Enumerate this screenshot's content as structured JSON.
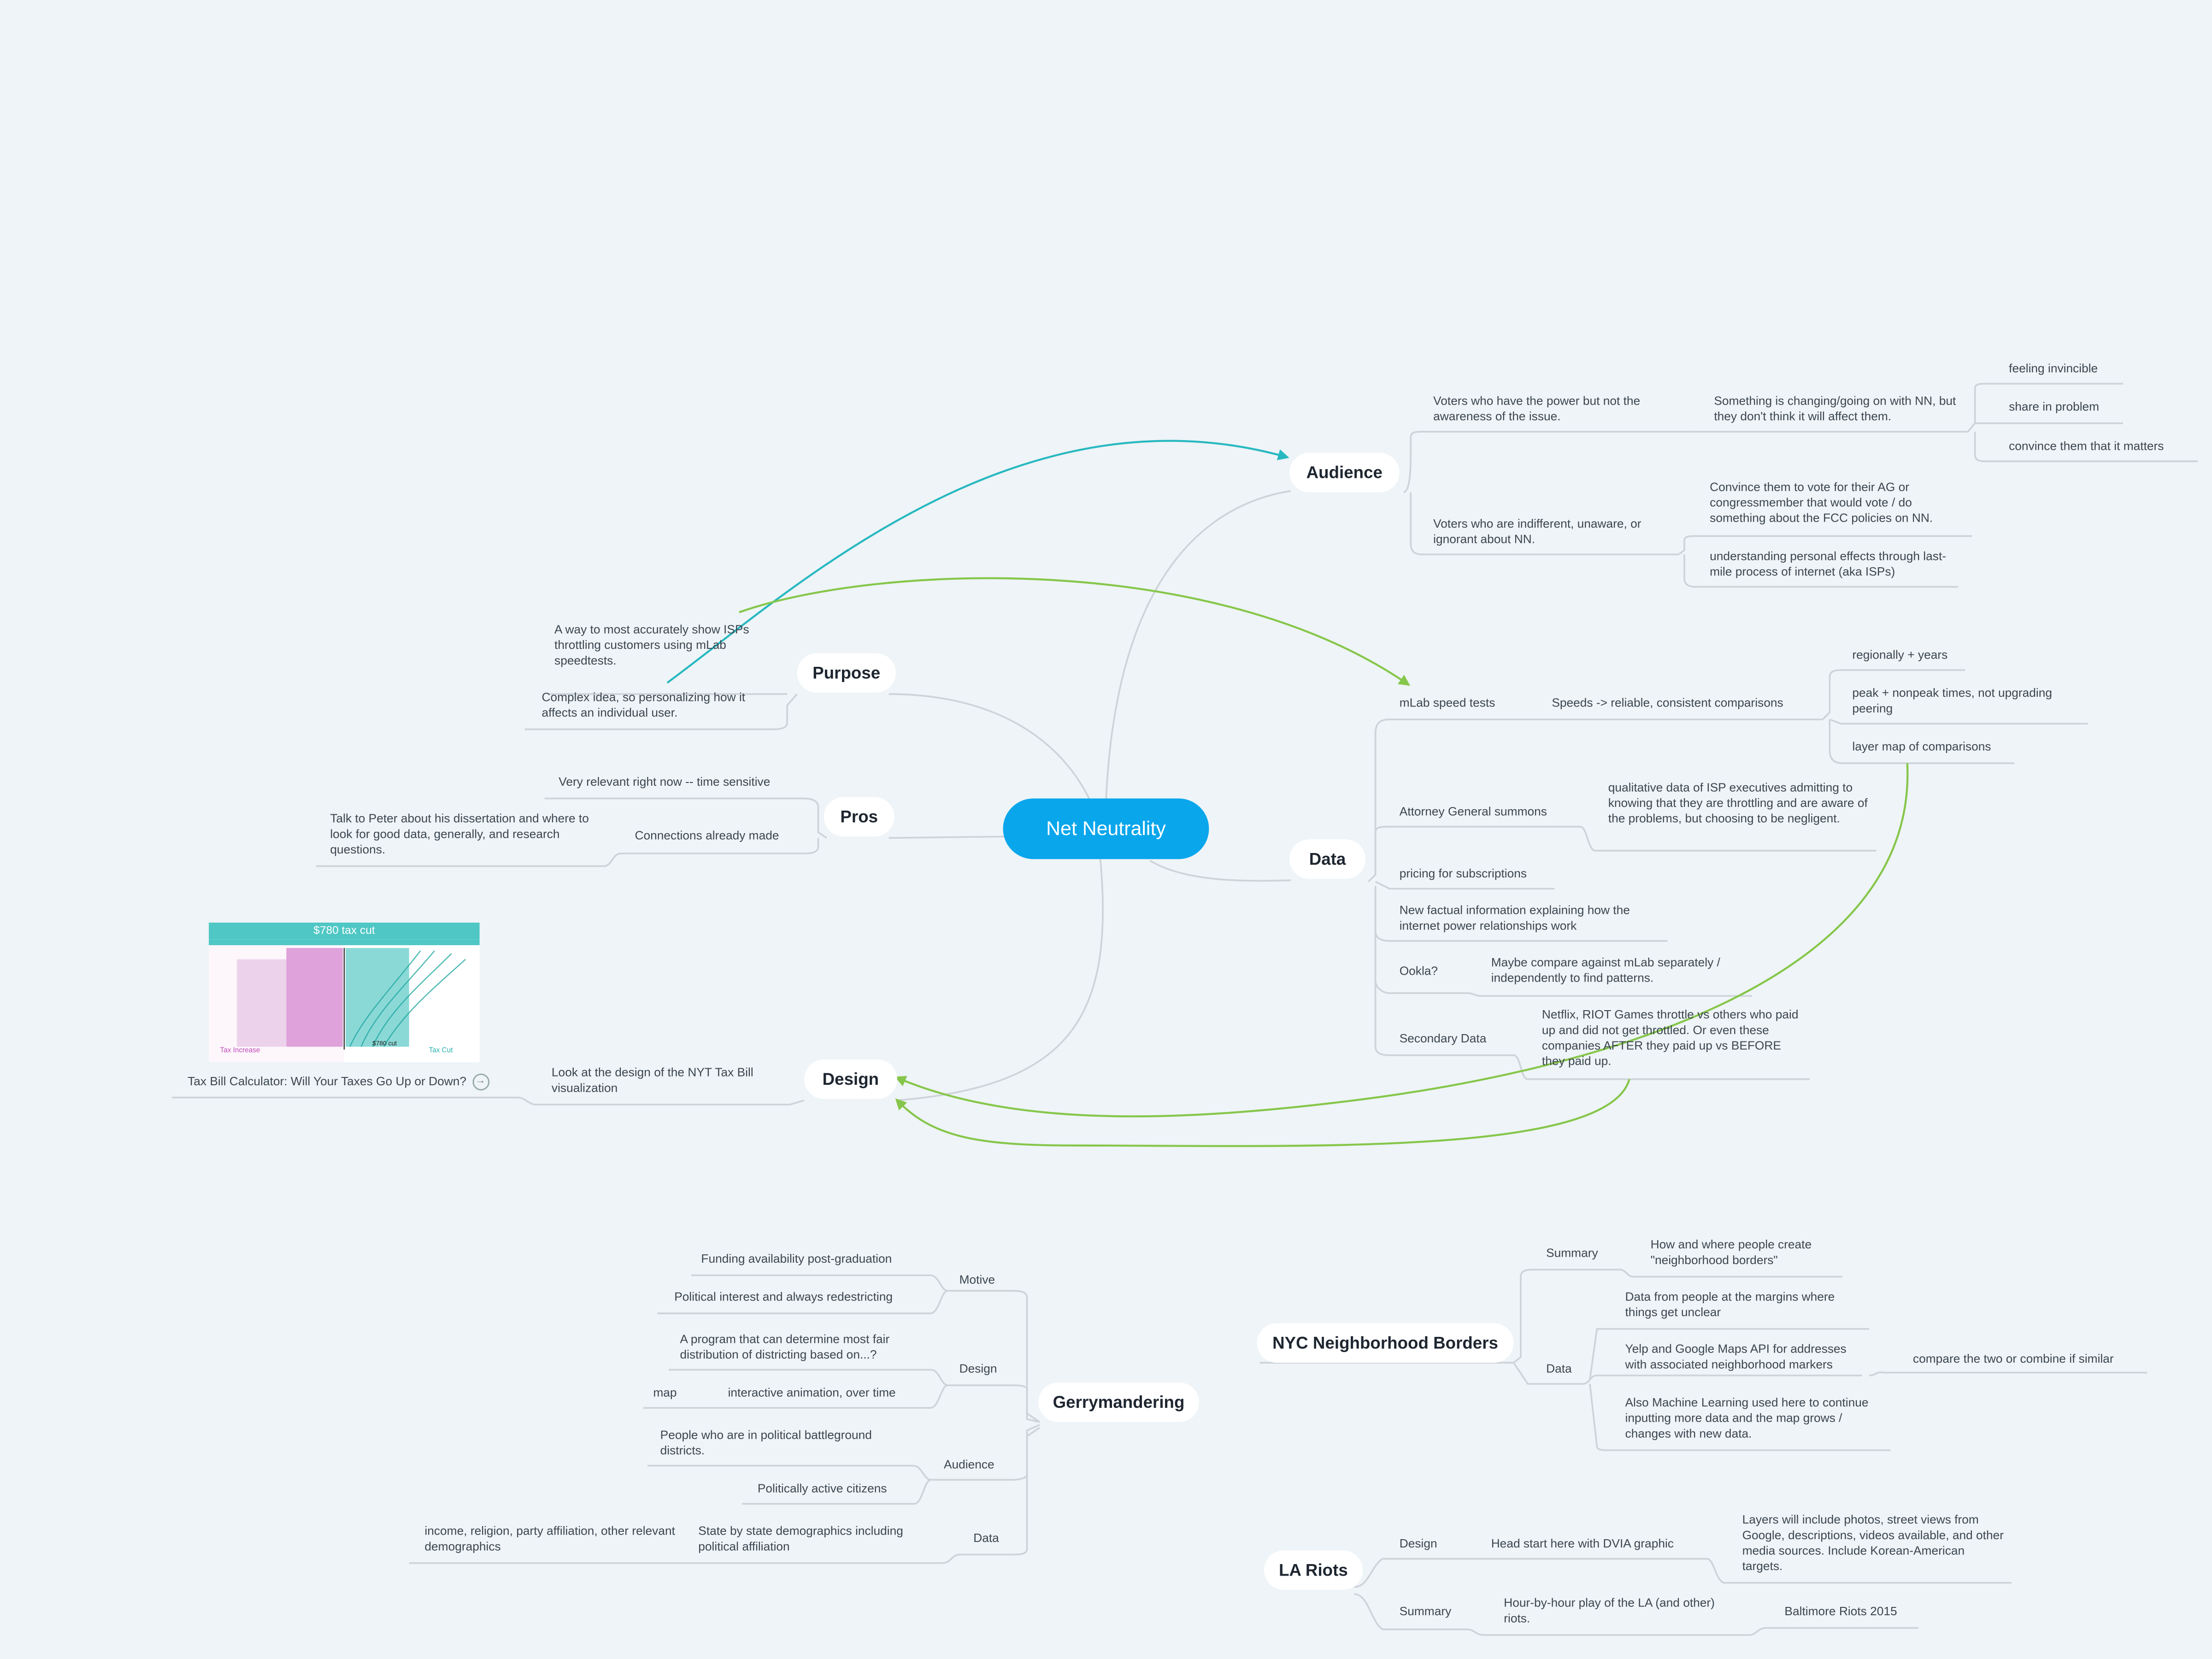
{
  "center": "Net Neutrality",
  "topics": {
    "audience": "Audience",
    "data": "Data",
    "purpose": "Purpose",
    "pros": "Pros",
    "design": "Design",
    "gerry": "Gerrymandering",
    "nyc": "NYC Neighborhood Borders",
    "la": "LA Riots"
  },
  "audience": {
    "voters_power": "Voters who have the power but not the awareness of the issue.",
    "something_changing": "Something is changing/going on with NN, but they don't think it will affect them.",
    "feeling_invincible": "feeling invincible",
    "share_problem": "share in problem",
    "convince_matters": "convince them that it matters",
    "voters_indifferent": "Voters who are indifferent, unaware, or ignorant about NN.",
    "convince_vote": "Convince them to vote for their AG or congressmember that would vote / do something about the FCC policies on NN.",
    "personal_effects": "understanding personal effects through last-mile process of internet (aka ISPs)"
  },
  "data": {
    "mlab": "mLab speed tests",
    "speeds": "Speeds -> reliable, consistent comparisons",
    "regionally": "regionally + years",
    "peak": "peak + nonpeak times, not upgrading peering",
    "layer_map": "layer map of comparisons",
    "ag_summons": "Attorney General summons",
    "qualitative": "qualitative data of ISP executives admitting to knowing that they are throttling and are aware of the problems, but choosing to be negligent.",
    "pricing": "pricing for subscriptions",
    "factual": "New factual information explaining how the internet power relationships work",
    "ookla": "Ookla?",
    "ookla_note": "Maybe compare against mLab separately / independently to find patterns.",
    "secondary": "Secondary Data",
    "secondary_note": "Netflix, RIOT Games throttle vs others who paid up and did not get throttled. Or even these companies AFTER they paid up vs BEFORE they paid up."
  },
  "purpose": {
    "accurate": "A way to most accurately show ISPs throttling customers using mLab speedtests.",
    "complex": "Complex idea, so personalizing how it affects an individual user."
  },
  "pros": {
    "relevant": "Very relevant right now -- time sensitive",
    "connections": "Connections already made",
    "peter": "Talk to Peter about his dissertation and where to look for good data, generally, and research questions."
  },
  "design": {
    "look_nyt": "Look at the design of the NYT Tax Bill visualization",
    "link_title": "Tax Bill Calculator: Will Your Taxes Go Up or Down?",
    "thumb_title": "$780 tax cut",
    "thumb_left": "Tax Increase",
    "thumb_right": "Tax Cut",
    "thumb_mark": "$780 cut"
  },
  "gerry": {
    "motive": "Motive",
    "funding": "Funding availability post-graduation",
    "political_interest": "Political interest and always redestricting",
    "design": "Design",
    "program": "A program that can determine most fair distribution of districting based on...?",
    "interactive": "interactive animation, over time",
    "map": "map",
    "audience": "Audience",
    "battleground": "People who are in political battleground districts.",
    "active": "Politically active citizens",
    "data": "Data",
    "state": "State by state demographics including political affiliation",
    "income": "income, religion, party affiliation, other relevant demographics"
  },
  "nyc": {
    "summary": "Summary",
    "how_where": "How and where people create \"neighborhood borders\"",
    "data": "Data",
    "margins": "Data from people at the margins where things get unclear",
    "yelp": "Yelp and Google Maps API for addresses with associated neighborhood markers",
    "compare": "compare the two or combine if similar",
    "ml": "Also Machine Learning used here to continue inputting more data and the map grows  / changes with new data."
  },
  "la": {
    "design": "Design",
    "head_start": "Head start here with DVIA graphic",
    "layers": "Layers will include photos, street views from Google, descriptions, videos available, and other media sources. Include Korean-American targets.",
    "summary": "Summary",
    "hour": "Hour-by-hour play of the LA (and other) riots.",
    "baltimore": "Baltimore Riots 2015"
  },
  "colors": {
    "background": "#eef4f7",
    "center": "#0aa6ec",
    "branch": "#cdd3d8",
    "teal_arrow": "#27b8c0",
    "green_arrow": "#86c64a"
  }
}
